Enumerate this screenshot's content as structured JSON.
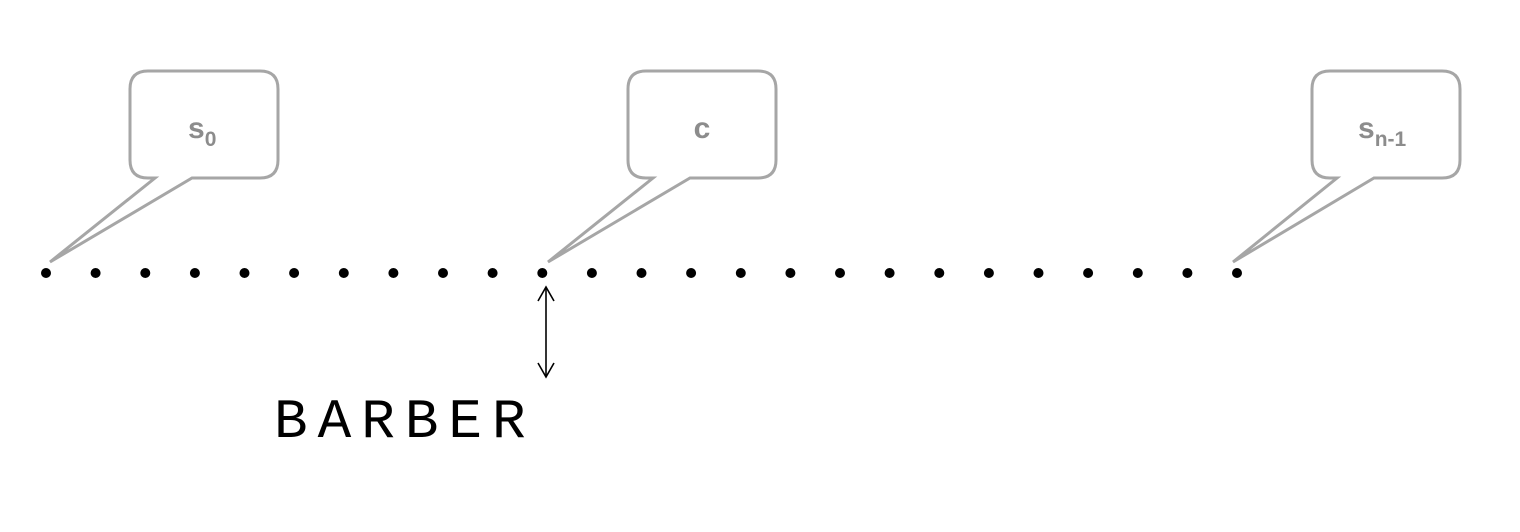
{
  "labels": {
    "s0_main": "s",
    "s0_sub": "0",
    "c": "c",
    "sn_main": "s",
    "sn_sub": "n-1",
    "barber": "BARBER"
  },
  "seats": {
    "count": 25
  },
  "colors": {
    "callout_stroke": "#a6a6a6",
    "callout_text": "#8c8c8c",
    "dots": "#000000"
  }
}
